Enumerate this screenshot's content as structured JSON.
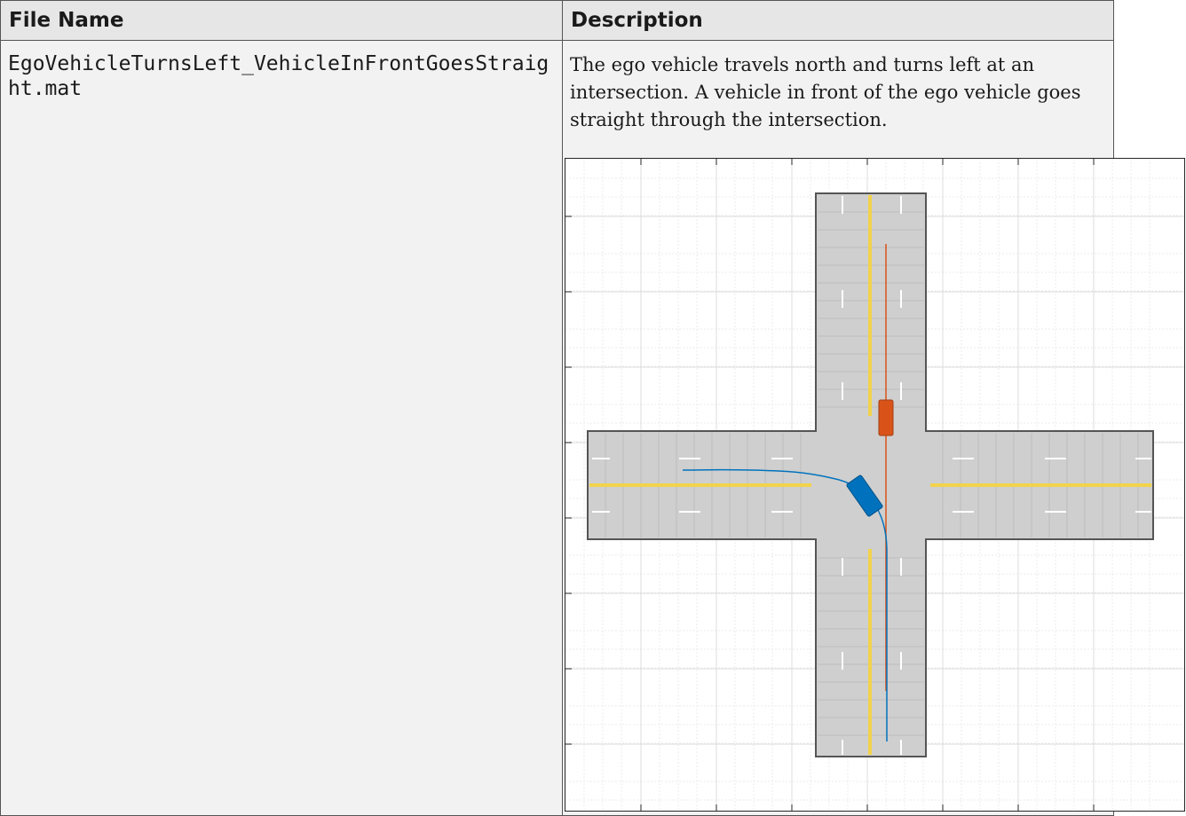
{
  "table": {
    "headers": {
      "file_name": "File Name",
      "description": "Description"
    },
    "rows": [
      {
        "file_name": "EgoVehicleTurnsLeft_VehicleInFrontGoesStraight.mat",
        "description": "The ego vehicle travels north and turns left at an intersection. A vehicle in front of the ego vehicle goes straight through the intersection."
      }
    ]
  },
  "scenario_plot": {
    "colors": {
      "road": "#cfcfcf",
      "road_edge": "#555555",
      "lane_yellow": "#f2d34a",
      "lane_white": "#ffffff",
      "ego_vehicle": "#0072bd",
      "other_vehicle": "#d95319",
      "grid_major": "#e0e0e0",
      "grid_minor": "#eeeeee"
    }
  }
}
